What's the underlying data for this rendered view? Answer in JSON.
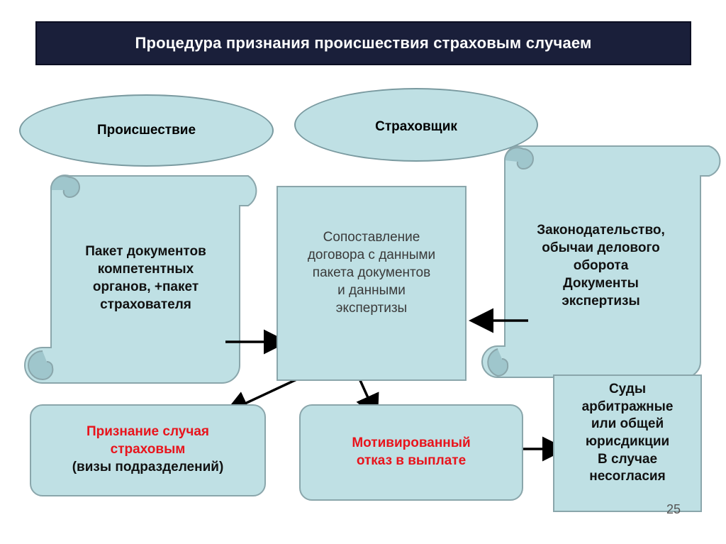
{
  "title": "Процедура признания происшествия страховым случаем",
  "oval_left": "Происшествие",
  "oval_right": "Страховщик",
  "scroll_left": [
    "Пакет документов",
    "компетентных",
    "органов, +пакет",
    "страхователя"
  ],
  "center_box": [
    "Сопоставление",
    "договора с данными",
    "пакета документов",
    "и данными",
    "экспертизы"
  ],
  "scroll_right": [
    "Законодательство,",
    "обычаи делового",
    "оборота",
    "Документы",
    "экспертизы"
  ],
  "box_recognition": [
    "Признание случая",
    "страховым",
    "(визы подразделений)"
  ],
  "box_refusal": [
    "Мотивированный",
    "отказ в выплате"
  ],
  "box_courts": [
    "Суды",
    "арбитражные",
    "или общей",
    "юрисдикции",
    "В случае",
    "несогласия"
  ],
  "page_number": "25",
  "colors": {
    "fill": "#bfe0e4",
    "title_bg": "#1a1f3a",
    "accent_red": "#e8141c"
  }
}
